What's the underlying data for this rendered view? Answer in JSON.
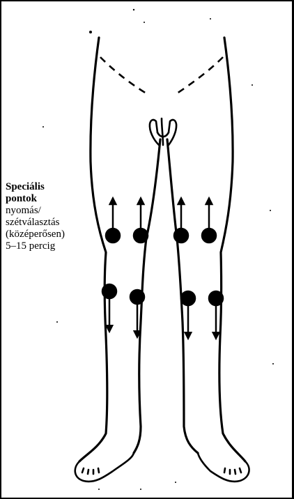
{
  "annotation": {
    "lines": [
      "Speciális",
      "pontok",
      "nyomás/",
      "szétválasztás",
      "(középerősen)",
      "5–15 percig"
    ]
  },
  "colors": {
    "ink": "#000000",
    "paper": "#ffffff"
  },
  "points": {
    "count": 8,
    "left_leg": [
      "upper-outer-arrow-up",
      "upper-inner-arrow-up",
      "lower-outer-arrow-down",
      "lower-inner-arrow-down"
    ],
    "right_leg": [
      "upper-inner-arrow-up",
      "upper-outer-arrow-up",
      "lower-inner-arrow-down",
      "lower-outer-arrow-down"
    ]
  }
}
